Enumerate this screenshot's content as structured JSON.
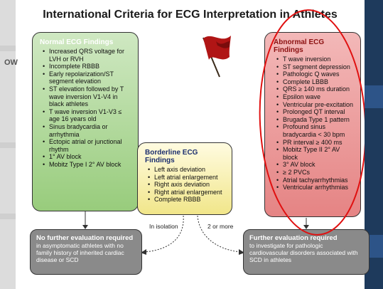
{
  "background": {
    "left_fragment": "OW"
  },
  "title": "International Criteria for ECG Interpretation in Athletes",
  "normal": {
    "heading": "Normal ECG Findings",
    "items": [
      "Increased QRS voltage for LVH or RVH",
      "Incomplete RBBB",
      "Early repolarization/ST segment elevation",
      "ST elevation followed by T wave inversion V1-V4 in black athletes",
      "T wave inversion V1-V3 ≤ age 16 years old",
      "Sinus bradycardia or arrhythmia",
      "Ectopic atrial or junctional rhythm",
      "1° AV block",
      "Mobitz Type I 2° AV block"
    ]
  },
  "abnormal": {
    "heading": "Abnormal ECG Findings",
    "items": [
      "T wave inversion",
      "ST segment depression",
      "Pathologic Q waves",
      "Complete LBBB",
      "QRS ≥ 140 ms duration",
      "Epsilon wave",
      "Ventricular pre-excitation",
      "Prolonged QT interval",
      "Brugada Type 1 pattern",
      "Profound sinus bradycardia < 30 bpm",
      "PR interval ≥ 400 ms",
      "Mobitz Type II 2° AV block",
      "3° AV block",
      "≥ 2 PVCs",
      "Atrial tachyarrhythmias",
      "Ventricular arrhythmias"
    ]
  },
  "borderline": {
    "heading": "Borderline ECG Findings",
    "items": [
      "Left axis deviation",
      "Left atrial enlargement",
      "Right axis deviation",
      "Right atrial enlargement",
      "Complete RBBB"
    ]
  },
  "branch_labels": {
    "left": "In isolation",
    "right": "2 or more"
  },
  "no_further": {
    "title": "No further evaluation required",
    "text": "in asymptomatic athletes with no family history of inherited cardiac disease or SCD"
  },
  "further": {
    "title": "Further evaluation required",
    "text": "to investigate for pathologic cardiovascular disorders associated with SCD in athletes"
  },
  "colors": {
    "normal_box": "#98cc7c",
    "abnormal_box": "#e58484",
    "borderline_box": "#f1e68a",
    "outcome_box": "#8a8a8a",
    "red_flag": "#b01515",
    "highlight_ellipse": "#e01010"
  }
}
